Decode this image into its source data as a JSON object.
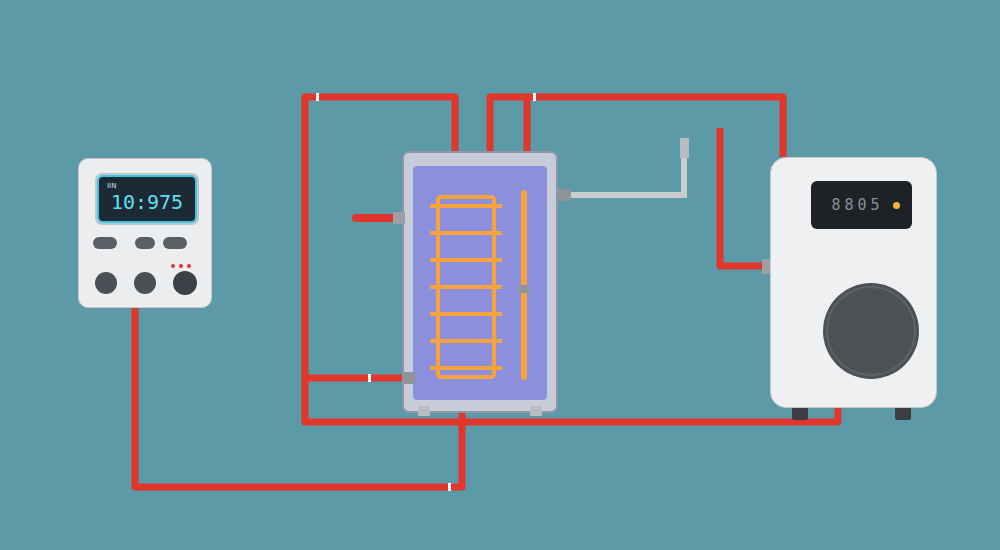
{
  "diagram": {
    "nodes": [
      {
        "text": [
          "IIN",
          "10:975"
        ]
      },
      {
        "text": [
          "8805"
        ]
      }
    ]
  }
}
